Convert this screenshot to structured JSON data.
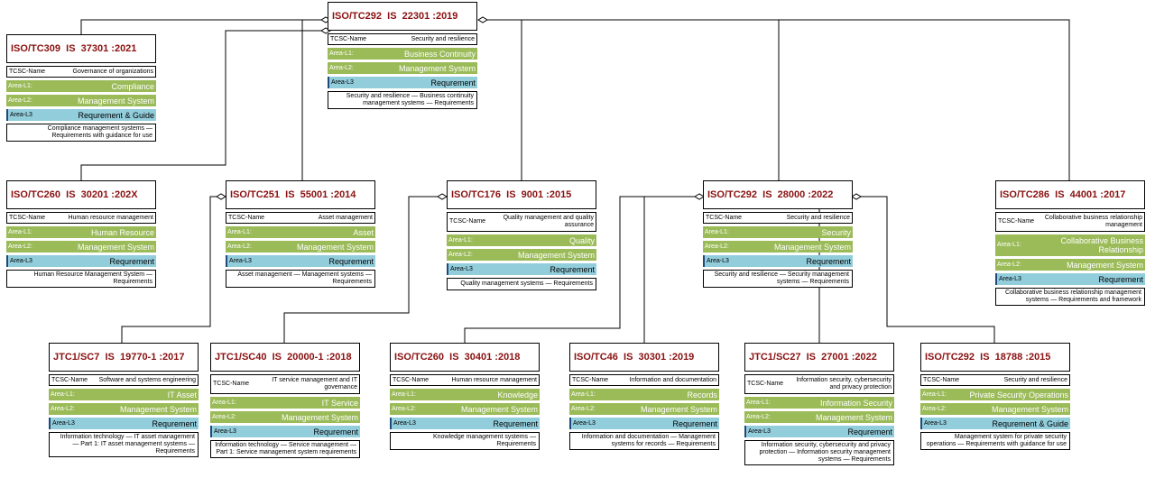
{
  "labels": {
    "name": "TCSC-Name",
    "l1": "Area-L1:",
    "l2": "Area-L2:",
    "l3": "Area-L3"
  },
  "nodes": [
    {
      "id": "root",
      "title": "ISO/TC292  IS  22301 :2019",
      "tcsc": "Security and resilience",
      "l1": "Business Continuity",
      "l2": "Management System",
      "l3": "Requrement",
      "desc": "Security and resilience — Business continuity management systems — Requirements"
    },
    {
      "id": "tc309",
      "title": "ISO/TC309  IS  37301 :2021",
      "tcsc": "Governance of organizations",
      "l1": "Compliance",
      "l2": "Management System",
      "l3": "Requrement & Guide",
      "desc": "Compliance management systems — Requirements with guidance for use"
    },
    {
      "id": "tc260a",
      "title": "ISO/TC260  IS  30201 :202X",
      "tcsc": "Human resource management",
      "l1": "Human Resource",
      "l2": "Management System",
      "l3": "Requrement",
      "desc": "Human Resource Management System — Requirements"
    },
    {
      "id": "tc251",
      "title": "ISO/TC251  IS  55001 :2014",
      "tcsc": "Asset management",
      "l1": "Asset",
      "l2": "Management System",
      "l3": "Requrement",
      "desc": "Asset management — Management systems — Requirements"
    },
    {
      "id": "tc176",
      "title": "ISO/TC176  IS  9001 :2015",
      "tcsc": "Quality management and quality assurance",
      "l1": "Quality",
      "l2": "Management System",
      "l3": "Requrement",
      "desc": "Quality management systems — Requirements"
    },
    {
      "id": "tc292b",
      "title": "ISO/TC292  IS  28000 :2022",
      "tcsc": "Security and resilience",
      "l1": "Security",
      "l2": "Management System",
      "l3": "Requrement",
      "desc": "Security and resilience — Security management systems — Requirements"
    },
    {
      "id": "tc286",
      "title": "ISO/TC286  IS  44001 :2017",
      "tcsc": "Collaborative business relationship management",
      "l1": "Collaborative Business Relationship",
      "l2": "Management System",
      "l3": "Requrement",
      "desc": "Collaborative business relationship management systems — Requirements and framework"
    },
    {
      "id": "sc7",
      "title": "JTC1/SC7  IS  19770-1 :2017",
      "tcsc": "Software and systems engineering",
      "l1": "IT Asset",
      "l2": "Management System",
      "l3": "Requrement",
      "desc": "Information technology — IT asset management — Part 1: IT asset management systems — Requirements"
    },
    {
      "id": "sc40",
      "title": "JTC1/SC40  IS  20000-1 :2018",
      "tcsc": "IT service management and IT governance",
      "l1": "IT Service",
      "l2": "Management System",
      "l3": "Requrement",
      "desc": "Information technology — Service management — Part 1: Service management system requirements"
    },
    {
      "id": "tc260b",
      "title": "ISO/TC260  IS  30401 :2018",
      "tcsc": "Human resource management",
      "l1": "Knowledge",
      "l2": "Management System",
      "l3": "Requrement",
      "desc": "Knowledge management systems — Requirements"
    },
    {
      "id": "tc46",
      "title": "ISO/TC46  IS  30301 :2019",
      "tcsc": "Information and documentation",
      "l1": "Records",
      "l2": "Management System",
      "l3": "Requrement",
      "desc": "Information and documentation — Management systems for records — Requirements"
    },
    {
      "id": "sc27",
      "title": "JTC1/SC27  IS  27001 :2022",
      "tcsc": "Information security, cybersecurity and privacy protection",
      "l1": "Information Security",
      "l2": "Management System",
      "l3": "Requrement",
      "desc": "Information security, cybersecurity and privacy protection — Information security management systems — Requirements"
    },
    {
      "id": "tc292c",
      "title": "ISO/TC292  IS  18788 :2015",
      "tcsc": "Security and resilience",
      "l1": "Private Security Operations",
      "l2": "Management System",
      "l3": "Requrement & Guide",
      "desc": "Management system for private security operations — Requirements with guidance for use"
    }
  ]
}
